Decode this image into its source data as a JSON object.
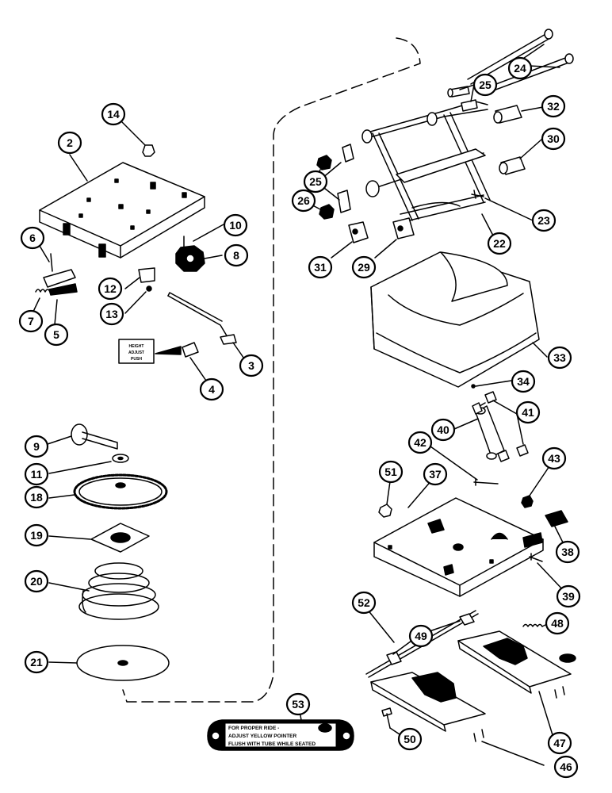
{
  "labels": [
    "2",
    "3",
    "4",
    "5",
    "6",
    "7",
    "8",
    "9",
    "10",
    "11",
    "12",
    "13",
    "14",
    "18",
    "19",
    "20",
    "21",
    "22",
    "23",
    "24",
    "25",
    "26",
    "29",
    "30",
    "31",
    "32",
    "33",
    "34",
    "37",
    "38",
    "39",
    "40",
    "41",
    "42",
    "43",
    "46",
    "47",
    "48",
    "49",
    "50",
    "51",
    "52",
    "53"
  ],
  "height_adjust_label": {
    "line1": "HEIGHT",
    "line2": "ADJUST",
    "line3": "PUSH"
  },
  "ride_plate": {
    "line1": "FOR PROPER RIDE -",
    "line2": "ADJUST YELLOW POINTER",
    "line3": "FLUSH WITH TUBE WHILE SEATED"
  }
}
